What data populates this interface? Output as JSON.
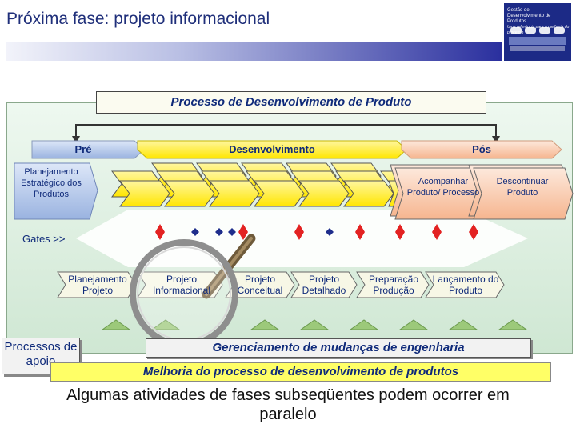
{
  "header": {
    "title": "Próxima fase: projeto informacional"
  },
  "logo": {
    "line1": "Gestão de",
    "line2": "Desenvolvimento de Produtos",
    "line3": "Uma referência para a melhoria do processo"
  },
  "process": {
    "title": "Processo de Desenvolvimento de Produto"
  },
  "macrophases": {
    "pre": "Pré",
    "dev": "Desenvolvimento",
    "pos": "Pós"
  },
  "pre_activity": {
    "label": "Planejamento Estratégico dos Produtos"
  },
  "pos_activities": {
    "accompany": "Acompanhar Produto/ Processo",
    "discontinue": "Descontinuar Produto"
  },
  "gates": {
    "label": "Gates >>"
  },
  "phases": [
    {
      "label": "Planejamento Projeto"
    },
    {
      "label": "Projeto Informacional"
    },
    {
      "label": "Projeto Conceitual"
    },
    {
      "label": "Projeto Detalhado"
    },
    {
      "label": "Preparação Produção"
    },
    {
      "label": "Lançamento do Produto"
    }
  ],
  "support": {
    "label": "Processos de apoio"
  },
  "engineering_change": {
    "label": "Gerenciamento de mudanças de engenharia"
  },
  "improvement": {
    "label": "Melhoria do processo de desenvolvimento de produtos"
  },
  "footer": {
    "text": "Algumas atividades de fases subseqüentes podem ocorrer em paralelo"
  },
  "colors": {
    "navy": "#0f2a7a",
    "dev_yellow": "#ffee00",
    "pos_peach": "#fbd3b8",
    "gate_red": "#e32222",
    "milestone_blue": "#1f2e8c",
    "frame_green": "#cfe7d3"
  }
}
